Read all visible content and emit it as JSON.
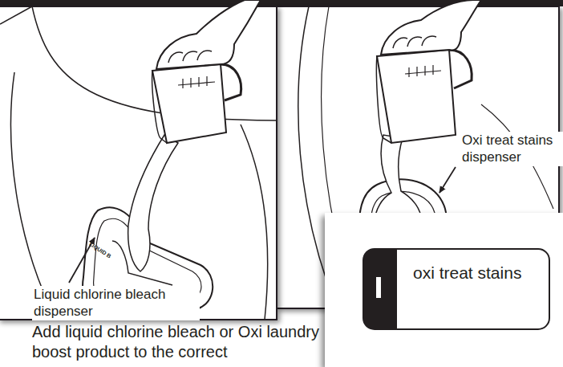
{
  "diagram": {
    "nodes": [
      {
        "text": [
          "oxi treat stains"
        ]
      }
    ],
    "labels": [
      "LIQUID B",
      "Liquid chlorine bleach dispenser",
      "Oxi treat stains dispenser",
      "Add liquid chlorine bleach or Oxi laundry boost product to the correct"
    ]
  }
}
